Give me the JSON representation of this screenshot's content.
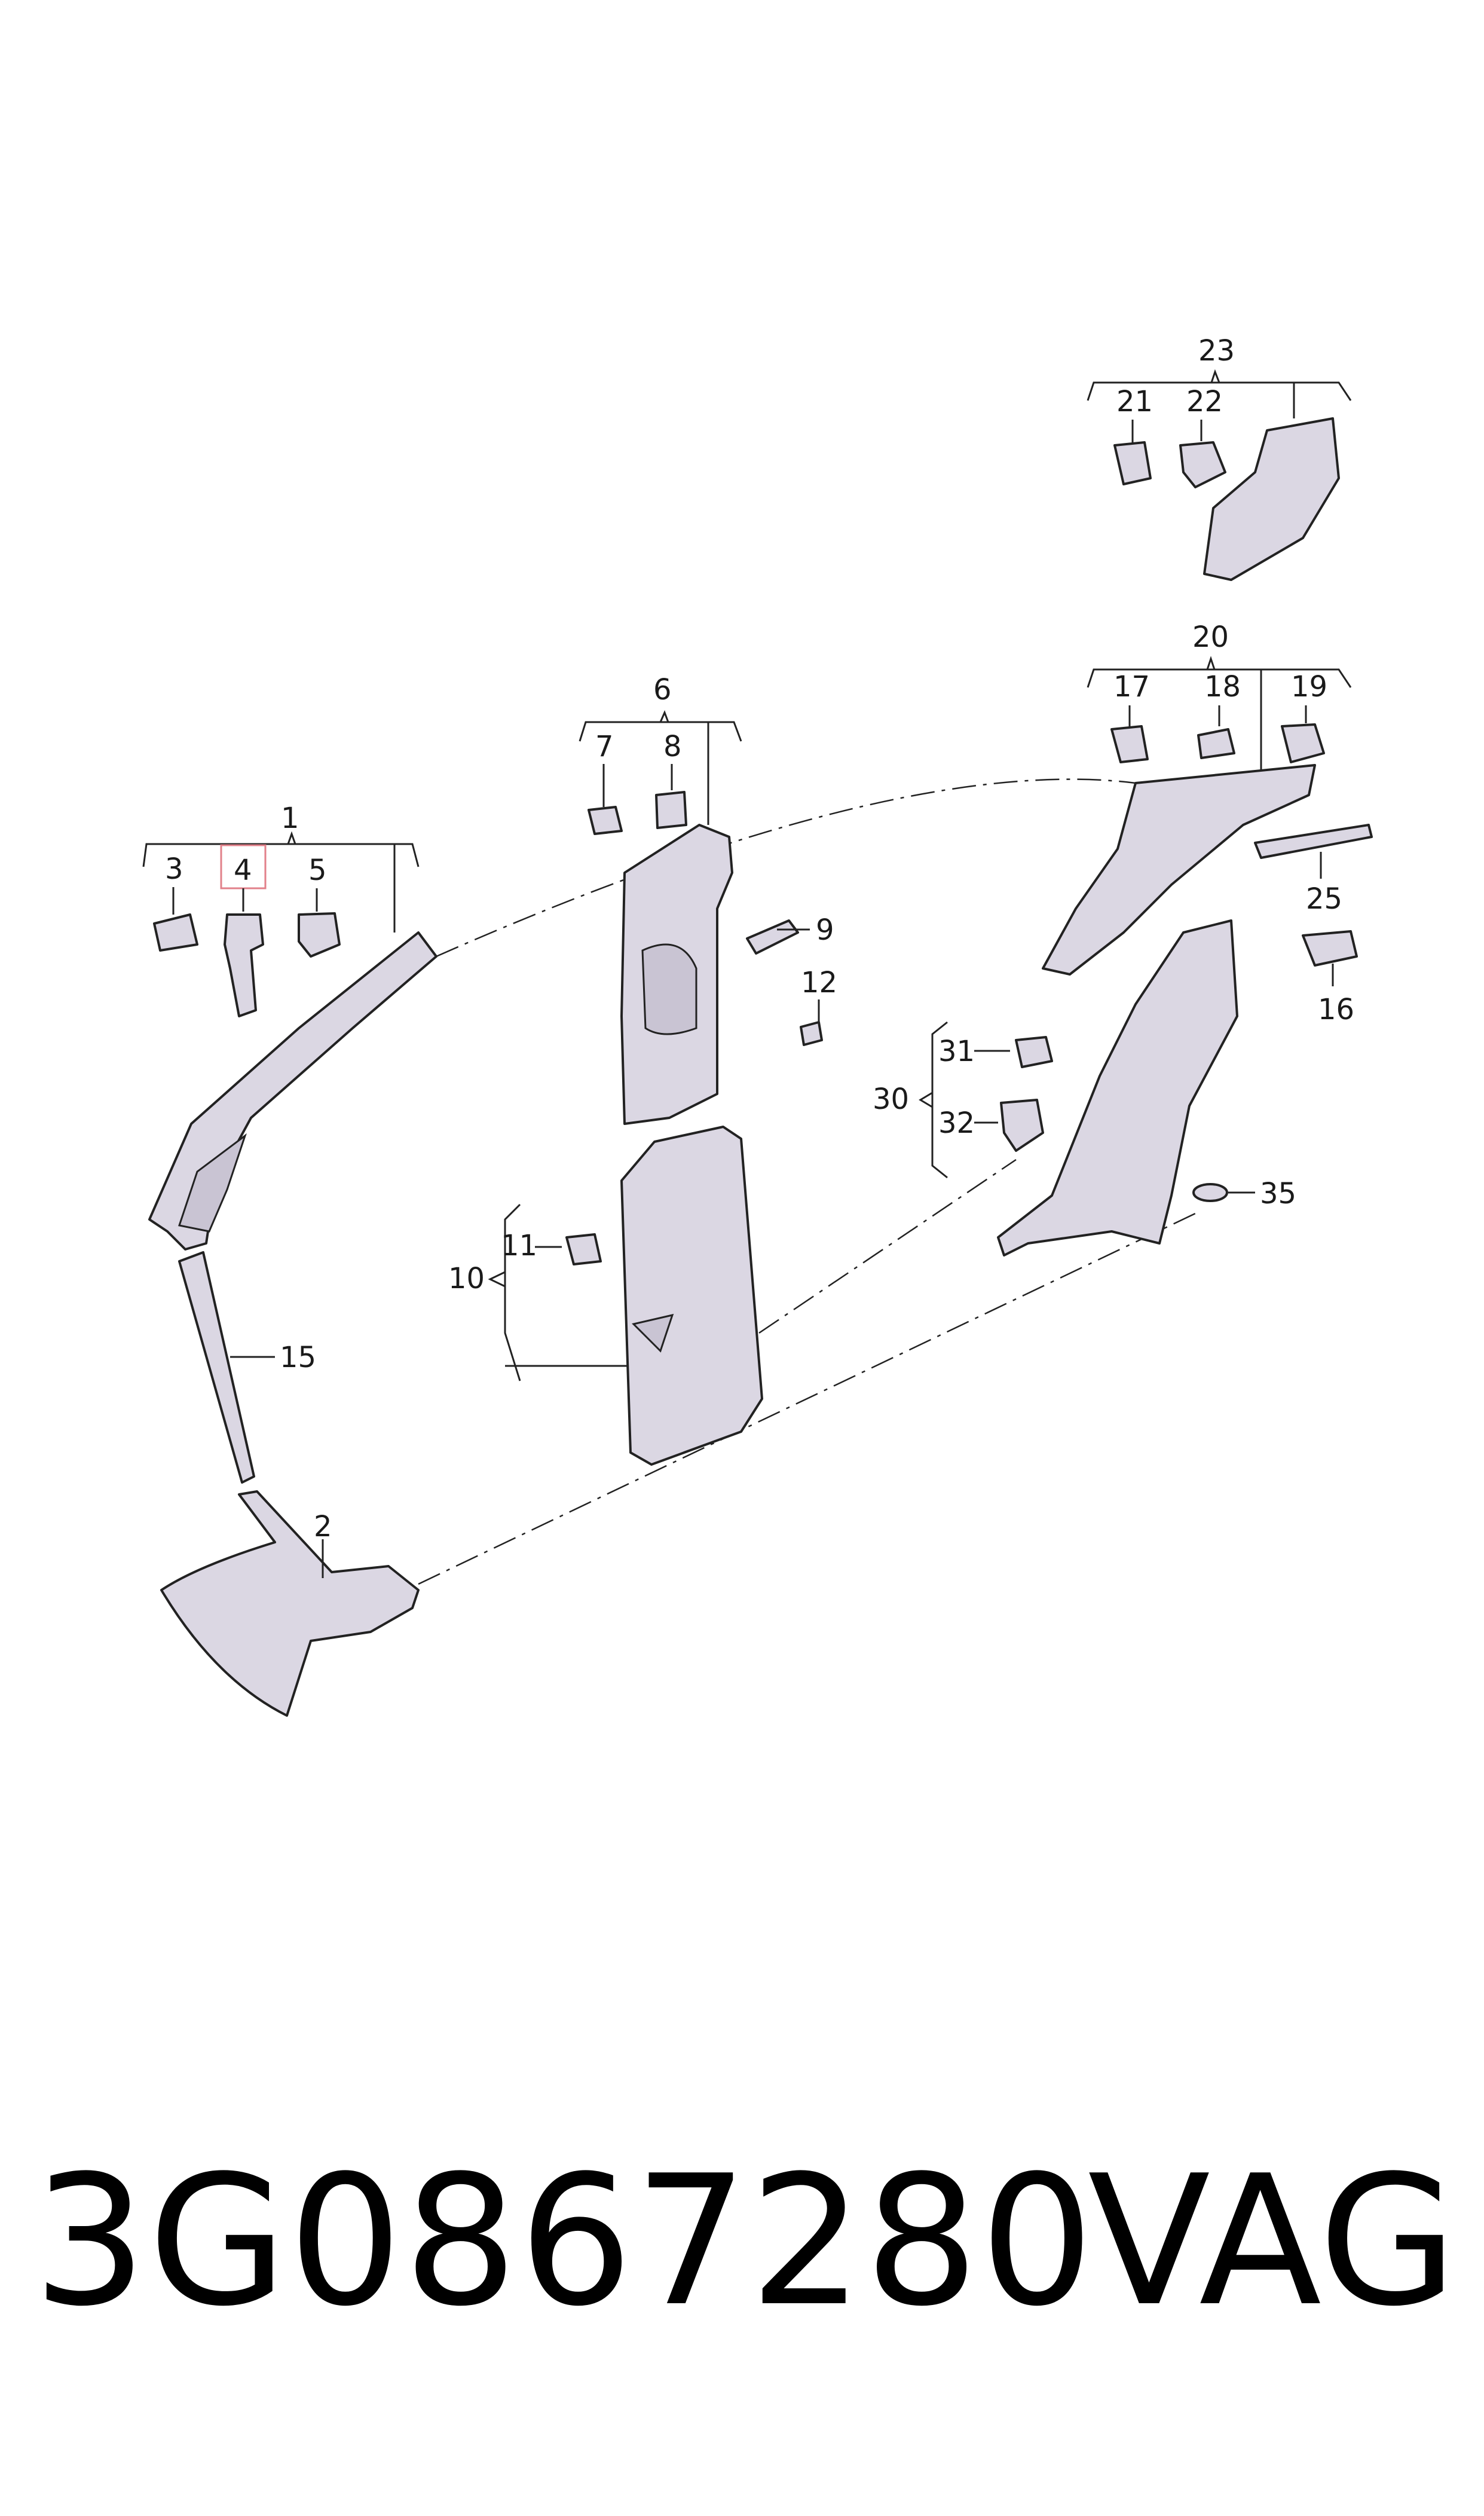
{
  "callouts": {
    "c1": "1",
    "c2": "2",
    "c3": "3",
    "c4": "4",
    "c5": "5",
    "c6": "6",
    "c7": "7",
    "c8": "8",
    "c9": "9",
    "c10": "10",
    "c11": "11",
    "c12": "12",
    "c15": "15",
    "c16": "16",
    "c17": "17",
    "c18": "18",
    "c19": "19",
    "c20": "20",
    "c21": "21",
    "c22": "22",
    "c23": "23",
    "c25": "25",
    "c30": "30",
    "c31": "31",
    "c32": "32",
    "c35": "35"
  },
  "highlighted_callout": "4",
  "colors": {
    "part_fill": "#dbd7e3",
    "highlight": "#e2808a",
    "line": "#222222"
  },
  "footer": {
    "part_number": "3G0867280",
    "brand": "VAG"
  }
}
